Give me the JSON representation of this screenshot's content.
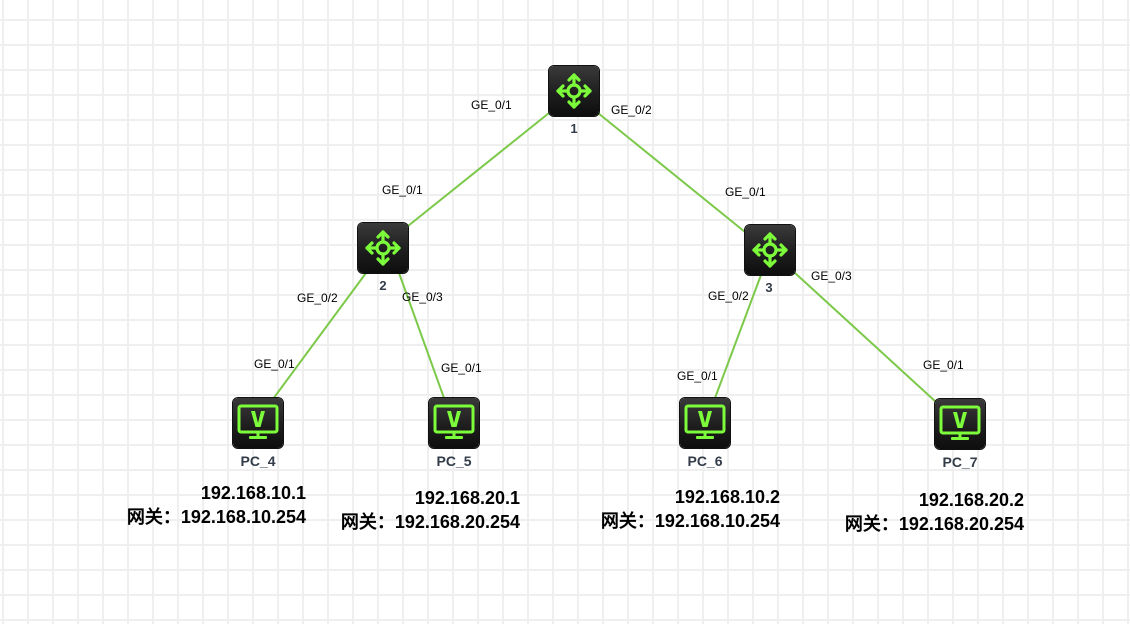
{
  "theme": {
    "link_color": "#7cc94a",
    "icon_color": "#7cfc3a",
    "device_bg": "#1e1e1e"
  },
  "devices": {
    "sw1": {
      "label": "1",
      "type": "switch",
      "icon": "switch-arrows-icon"
    },
    "sw2": {
      "label": "2",
      "type": "switch",
      "icon": "switch-arrows-icon"
    },
    "sw3": {
      "label": "3",
      "type": "switch",
      "icon": "switch-arrows-icon"
    },
    "pc4": {
      "label": "PC_4",
      "type": "pc",
      "icon": "monitor-v-icon"
    },
    "pc5": {
      "label": "PC_5",
      "type": "pc",
      "icon": "monitor-v-icon"
    },
    "pc6": {
      "label": "PC_6",
      "type": "pc",
      "icon": "monitor-v-icon"
    },
    "pc7": {
      "label": "PC_7",
      "type": "pc",
      "icon": "monitor-v-icon"
    }
  },
  "links": [
    {
      "from": "sw1",
      "to": "sw2",
      "from_port": "GE_0/1",
      "to_port": "GE_0/1"
    },
    {
      "from": "sw1",
      "to": "sw3",
      "from_port": "GE_0/2",
      "to_port": "GE_0/1"
    },
    {
      "from": "sw2",
      "to": "pc4",
      "from_port": "GE_0/2",
      "to_port": "GE_0/1"
    },
    {
      "from": "sw2",
      "to": "pc5",
      "from_port": "GE_0/3",
      "to_port": "GE_0/1"
    },
    {
      "from": "sw3",
      "to": "pc6",
      "from_port": "GE_0/2",
      "to_port": "GE_0/1"
    },
    {
      "from": "sw3",
      "to": "pc7",
      "from_port": "GE_0/3",
      "to_port": "GE_0/1"
    }
  ],
  "hosts": {
    "pc4": {
      "ip": "192.168.10.1",
      "gateway_prefix": "网关：",
      "gateway": "192.168.10.254"
    },
    "pc5": {
      "ip": "192.168.20.1",
      "gateway_prefix": "网关：",
      "gateway": "192.168.20.254"
    },
    "pc6": {
      "ip": "192.168.10.2",
      "gateway_prefix": "网关：",
      "gateway": "192.168.10.254"
    },
    "pc7": {
      "ip": "192.168.20.2",
      "gateway_prefix": "网关：",
      "gateway": "192.168.20.254"
    }
  }
}
